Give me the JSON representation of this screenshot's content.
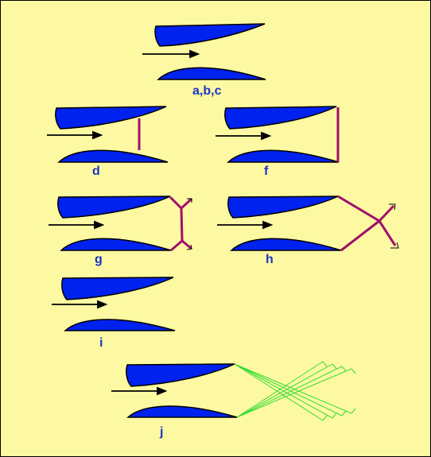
{
  "colors": {
    "background": "#fdf9a2",
    "airfoil": "#0022ee",
    "arrow": "#000000",
    "shock": "#a0106c",
    "expansion": "#33dd33",
    "label": "#1a35c4"
  },
  "panels": [
    {
      "id": "abc",
      "label": "a,b,c",
      "shock": "none"
    },
    {
      "id": "d",
      "label": "d",
      "shock": "normal-inside"
    },
    {
      "id": "f",
      "label": "f",
      "shock": "normal-exit"
    },
    {
      "id": "g",
      "label": "g",
      "shock": "oblique-small"
    },
    {
      "id": "h",
      "label": "h",
      "shock": "oblique-large"
    },
    {
      "id": "i",
      "label": "i",
      "shock": "none"
    },
    {
      "id": "j",
      "label": "j",
      "shock": "expansion-fans"
    }
  ]
}
